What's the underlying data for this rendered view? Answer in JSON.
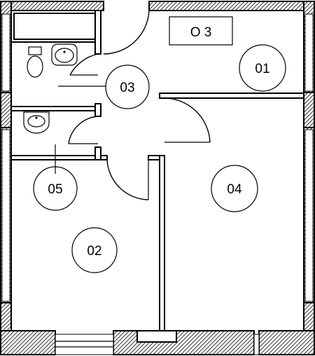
{
  "plan": {
    "unit_label": "О 3",
    "rooms": [
      {
        "id": "01",
        "label": "01"
      },
      {
        "id": "02",
        "label": "02"
      },
      {
        "id": "03",
        "label": "03"
      },
      {
        "id": "04",
        "label": "04"
      },
      {
        "id": "05",
        "label": "05"
      }
    ]
  }
}
